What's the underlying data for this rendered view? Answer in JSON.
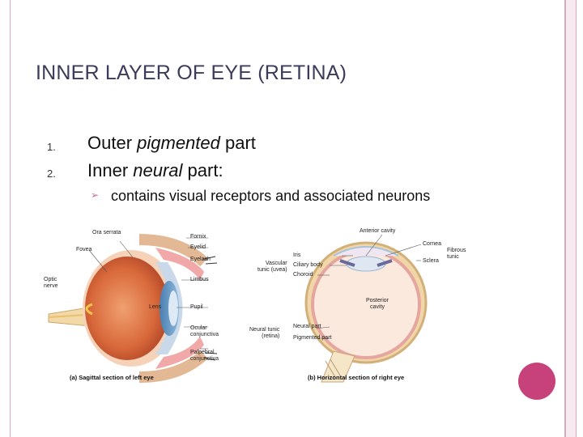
{
  "slide": {
    "title": "INNER LAYER OF EYE (RETINA)",
    "items": [
      {
        "number": "1.",
        "before": "Outer ",
        "emphasis": "pigmented",
        "after": " part"
      },
      {
        "number": "2.",
        "before": "Inner ",
        "emphasis": "neural",
        "after": " part:"
      }
    ],
    "sub_bullet": "contains visual receptors and associated neurons",
    "bullet_icon": "arrow-bullet-icon",
    "accent_color": "#c7417b"
  },
  "figure_a": {
    "caption": "(a) Sagittal section of left eye",
    "labels": {
      "ora_serrata": "Ora serrata",
      "fovea": "Fovea",
      "optic_nerve": "Optic\nnerve",
      "fornix": "Fornix",
      "eyelid": "Eyelid",
      "eyelash": "Eyelash",
      "limbus": "Limbus",
      "lens": "Lens",
      "pupil": "Pupil",
      "ocular_conjunctiva": "Ocular\nconjunctiva",
      "palpebral_conjunctiva": "Palpebral\nconjunctiva"
    }
  },
  "figure_b": {
    "caption": "(b) Horizontal section of right eye",
    "labels": {
      "anterior_cavity": "Anterior cavity",
      "cornea": "Cornea",
      "fibrous_tunic": "Fibrous\ntunic",
      "sclera": "Sclera",
      "iris": "Iris",
      "ciliary_body": "Ciliary body",
      "choroid": "Choroid",
      "vascular_tunic": "Vascular\ntunic (uvea)",
      "posterior_cavity": "Posterior\ncavity",
      "neural_tunic": "Neural tunic\n(retina)",
      "neural_part": "Neural part",
      "pigmented_part": "Pigmented part"
    }
  }
}
